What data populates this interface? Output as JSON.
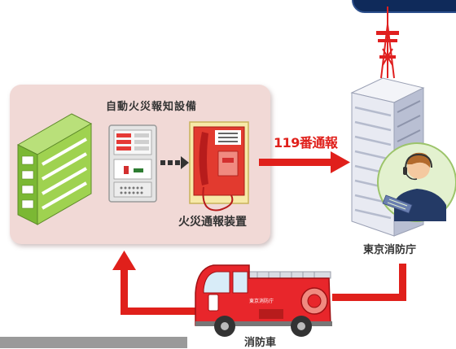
{
  "diagram": {
    "system_title": "自動火災報知設備",
    "device_label": "火災通報装置",
    "call_label": "119番通報",
    "department_label": "東京消防庁",
    "truck_label": "消防車",
    "truck_side_text": "東京消防庁"
  },
  "colors": {
    "arrow_red": "#e0201b",
    "panel_bg": "#f1d9d6",
    "building_green": "#8cc63f",
    "truck_red": "#e8262b",
    "tower_red": "#e02020"
  },
  "icons": [
    "building-icon",
    "fire-alarm-panel-icon",
    "emergency-phone-icon",
    "office-tower-icon",
    "operator-icon",
    "fire-truck-icon"
  ]
}
